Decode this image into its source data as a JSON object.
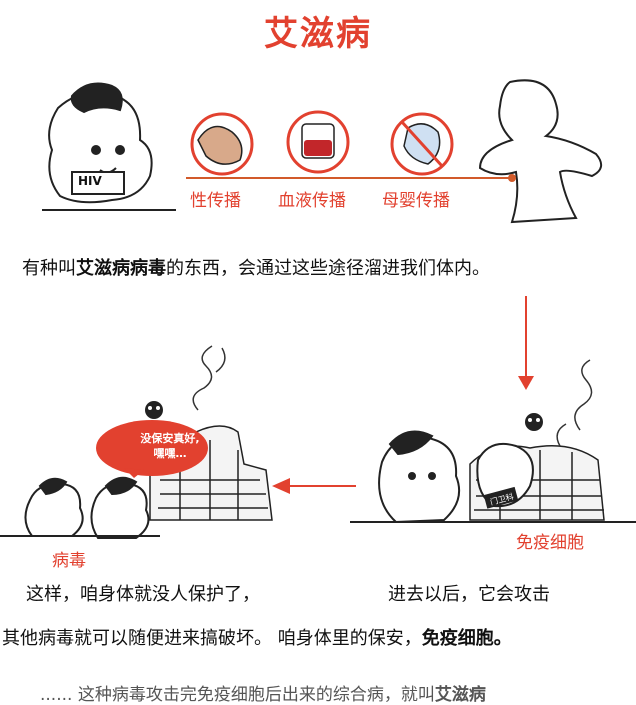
{
  "colors": {
    "red": "#e2412f",
    "orange": "#d25a2a",
    "ink": "#222222",
    "blood": "#c2262a"
  },
  "title": "艾滋病",
  "hiv_sign": "HIV",
  "routes": [
    {
      "label": "性传播",
      "icon": "sex-transmission-icon"
    },
    {
      "label": "血液传播",
      "icon": "blood-bag-icon"
    },
    {
      "label": "母婴传播",
      "icon": "mother-infant-icon"
    }
  ],
  "sentence1": {
    "pre": "有种叫",
    "bold": "艾滋病病毒",
    "post": "的东西，会通过这些途径溜进我们体内。"
  },
  "bubble": {
    "line1": "没保安真好,",
    "line2": "嘿嘿…"
  },
  "labels": {
    "virus": "病毒",
    "immune": "免疫细胞",
    "guard_badge": "门卫科"
  },
  "left_text": "这样，咱身体就没人保护了，",
  "right_text": "进去以后，它会攻击",
  "sentence3": {
    "pre": "其他病毒就可以随便进来搞破坏。 咱身体里的保安，",
    "bold": "免疫细胞。"
  },
  "bottom_partial": {
    "pre": "...... 这种病毒攻击完免疫细胞后出来的综合病，就叫",
    "bold": "艾滋病"
  }
}
